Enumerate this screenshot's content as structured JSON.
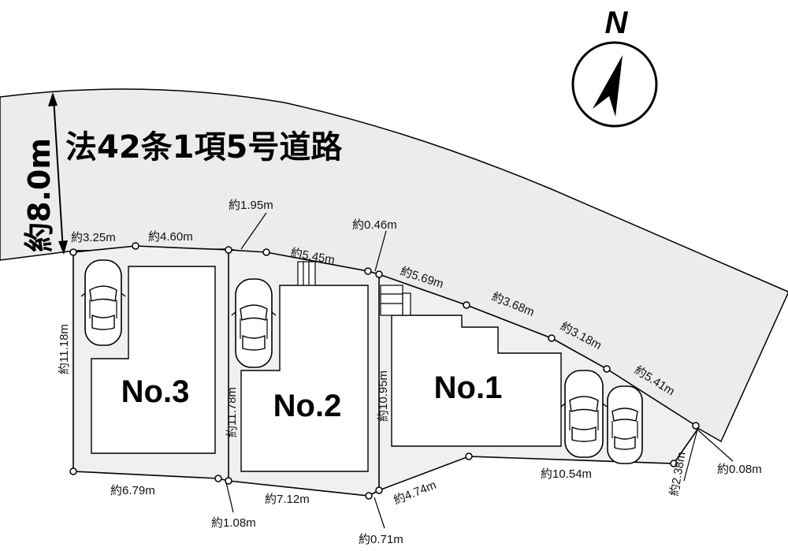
{
  "road": {
    "name": "法42条1項5号道路",
    "width": "約8.0m"
  },
  "compass": {
    "label": "N"
  },
  "lots": [
    {
      "id": "no3",
      "label": "No.3"
    },
    {
      "id": "no2",
      "label": "No.2"
    },
    {
      "id": "no1",
      "label": "No.1"
    }
  ],
  "dimensions": {
    "top_a": "約3.25m",
    "top_b": "約4.60m",
    "top_c": "約1.95m",
    "top_d": "約5.45m",
    "top_e": "約0.46m",
    "top_f": "約5.69m",
    "top_g": "約3.68m",
    "top_h": "約3.18m",
    "top_i": "約5.41m",
    "left_side": "約11.18m",
    "mid_side_2": "約11.78m",
    "mid_side_1": "約10.95m",
    "bottom_a": "約6.79m",
    "bottom_b": "約1.08m",
    "bottom_c": "約7.12m",
    "bottom_d": "約0.71m",
    "bottom_e": "約4.74m",
    "bottom_f": "約10.54m",
    "right_a": "約2.38m",
    "right_b": "約0.08m"
  },
  "colors": {
    "road": "#ececec",
    "site": "#f0f0f0",
    "outline": "#000000"
  }
}
